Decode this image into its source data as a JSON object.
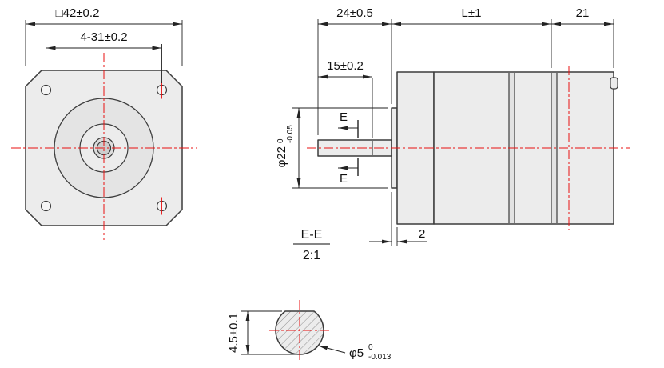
{
  "colors": {
    "background": "#ffffff",
    "part_fill": "#ececec",
    "outline": "#3c3c3c",
    "dimension_lines": "#222222",
    "centerline_red": "#e81010",
    "hatch": "#8f8f8f"
  },
  "front_view": {
    "dim_flange": "□42±0.2",
    "dim_holes": "4-31±0.2"
  },
  "side_view": {
    "dim_shaft_ext": "24±0.5",
    "dim_length": "L±1",
    "dim_rear": "21",
    "dim_flat_len": "15±0.2",
    "mark_e": "E",
    "dim_pilot": "φ22",
    "pilot_tol_hi": "0",
    "pilot_tol_lo": "-0.05",
    "dim_boss": "2",
    "section_name": "E-E",
    "section_scale": "2:1"
  },
  "section_view": {
    "dim_flat": "4.5±0.1",
    "dim_dia": "φ5",
    "dia_tol_hi": "0",
    "dia_tol_lo": "-0.013"
  }
}
